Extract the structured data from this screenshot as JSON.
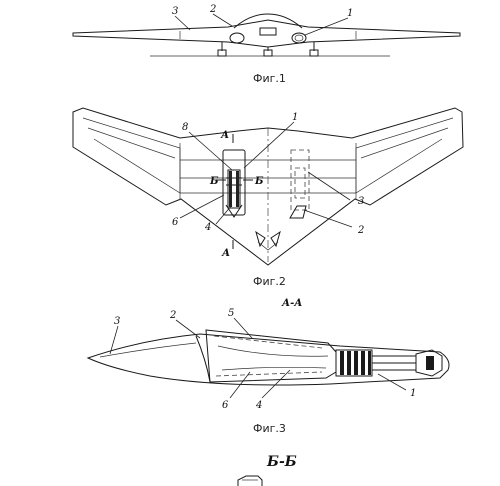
{
  "figure1": {
    "caption": "Фиг.1",
    "labels": [
      "1",
      "2",
      "3"
    ]
  },
  "figure2": {
    "caption": "Фиг.2",
    "labels": [
      "1",
      "2",
      "3",
      "4",
      "6",
      "8"
    ],
    "section_A_top": "А",
    "section_A_bottom": "А",
    "section_B_left": "Б",
    "section_B_right": "Б"
  },
  "figure3": {
    "caption": "Фиг.3",
    "section_title": "А-А",
    "labels": [
      "1",
      "2",
      "3",
      "4",
      "5",
      "6"
    ]
  },
  "figure4": {
    "section_title": "Б-Б"
  }
}
